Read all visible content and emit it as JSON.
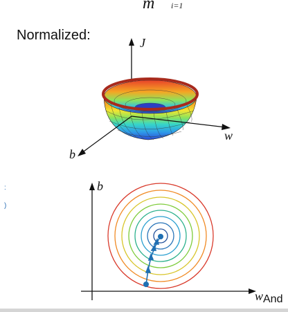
{
  "header": {
    "formula_fragment": "m",
    "formula_index": "i=1"
  },
  "heading": "Normalized:",
  "surface_plot": {
    "axis_j_label": "J",
    "axis_w_label": "w",
    "axis_b_label": "b",
    "colormap": [
      "#2b4cd6",
      "#2f9be8",
      "#36d6c8",
      "#8fe35a",
      "#f2e532",
      "#f5a623",
      "#e8432a"
    ]
  },
  "contour_plot": {
    "axis_b_label": "b",
    "axis_w_label": "w",
    "contour_colors": [
      "#d93a2b",
      "#f08a24",
      "#d8c52a",
      "#7dcb3a",
      "#2bb08c",
      "#2a9fd0",
      "#2773b8",
      "#1f4f9a"
    ],
    "path_color": "#1f6fb2"
  },
  "side_marks": [
    ":",
    ")"
  ],
  "trailing_text": "And"
}
